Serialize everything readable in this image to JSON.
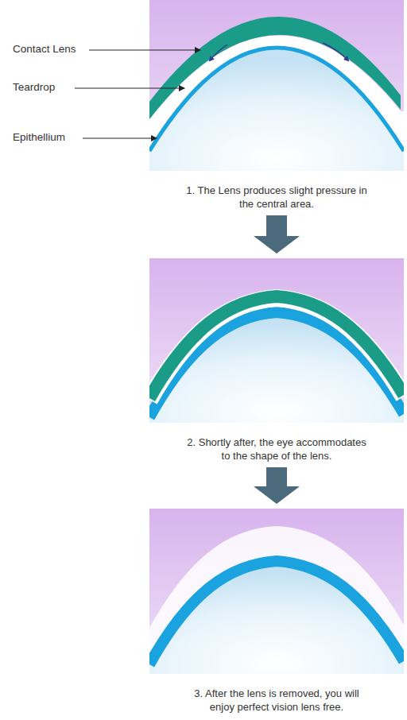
{
  "diagram": {
    "nodes": [
      {
        "text": [
          "1. The Lens produces slight pressure in the central area."
        ]
      },
      {
        "text": [
          "2. Shortly after, the eye accommodates to the shape of the lens."
        ]
      },
      {
        "text": [
          "3. After the lens is removed, you will enjoy perfect vision lens free."
        ]
      }
    ],
    "edges": [
      {
        "from": 0,
        "to": 1,
        "arrow": "to"
      },
      {
        "from": 1,
        "to": 2,
        "arrow": "to"
      }
    ],
    "labels": [
      "Contact Lens",
      "Teardrop",
      "Epithellium"
    ]
  }
}
